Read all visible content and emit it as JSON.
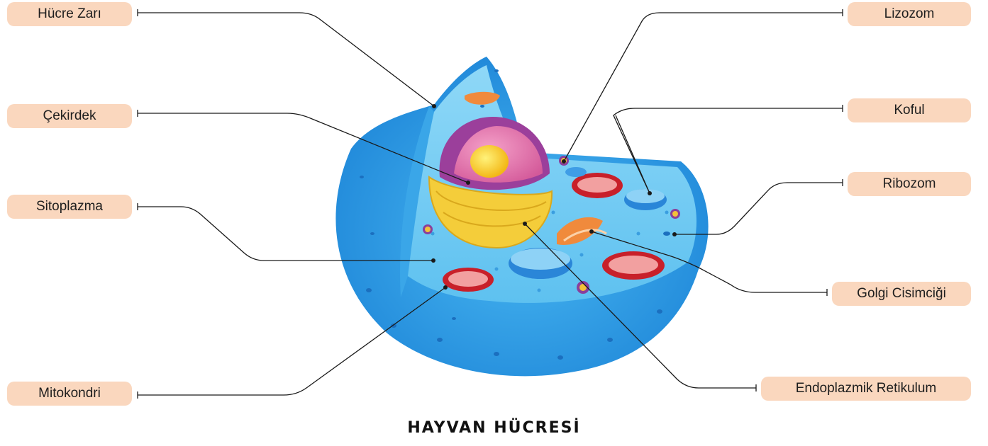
{
  "title": "HAYVAN HÜCRESİ",
  "labels": {
    "hucre_zari": "Hücre Zarı",
    "cekirdek": "Çekirdek",
    "sitoplazma": "Sitoplazma",
    "mitokondri": "Mitokondri",
    "lizozom": "Lizozom",
    "koful": "Koful",
    "ribozom": "Ribozom",
    "golgi": "Golgi Cisimciği",
    "er": "Endoplazmik Retikulum"
  },
  "colors": {
    "label_bg": "#fad7be",
    "cell_outer": "#2f9fe6",
    "cytoplasm": "#7fd0f5",
    "nucleus": "#9b3f9b",
    "nucleolus": "#f9c31a",
    "er": "#f4cd3a",
    "mitochondria": "#c8202a",
    "golgi": "#f08a3c"
  }
}
